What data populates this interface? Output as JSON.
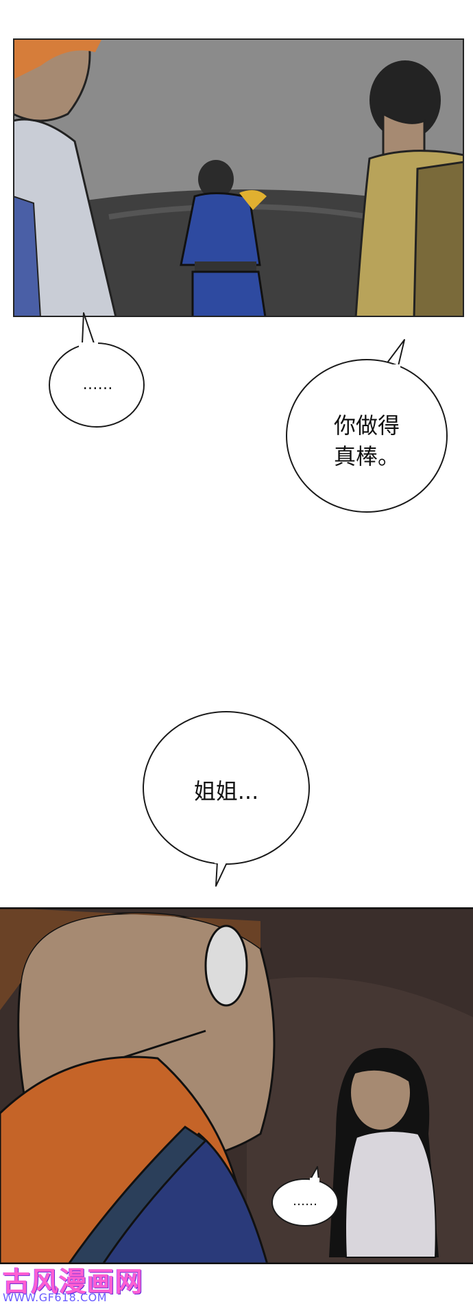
{
  "bubbles": {
    "b1": "……",
    "b2_line1": "你做得",
    "b2_line2": "真棒。",
    "b3": "姐姐...",
    "b4": "……"
  },
  "watermark": {
    "title": "古风漫画网",
    "url": "WWW.GF618.COM"
  },
  "colors": {
    "panel_border": "#222222",
    "bubble_fill": "#ffffff",
    "bubble_stroke": "#1a1a1a"
  }
}
